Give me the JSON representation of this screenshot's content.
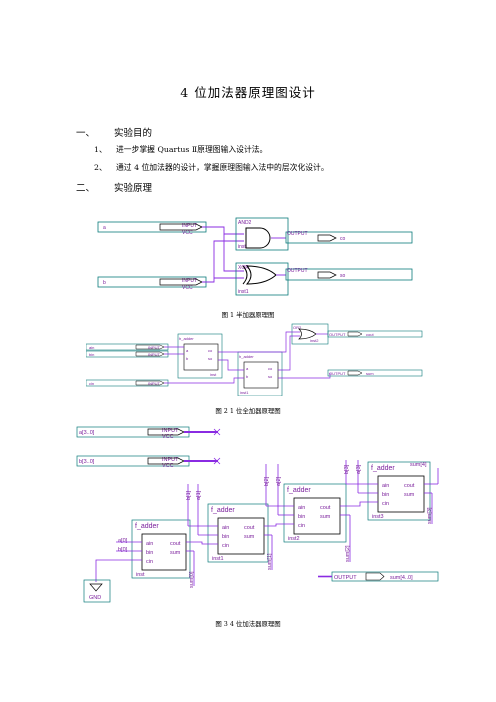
{
  "title": "4 位加法器原理图设计",
  "sections": [
    {
      "num": "一、",
      "label": "实验目的"
    },
    {
      "num": "二、",
      "label": "实验原理"
    }
  ],
  "objectives": [
    {
      "num": "1、",
      "text": "进一步掌握 Quartus Ⅱ原理图输入设计法。"
    },
    {
      "num": "2、",
      "text": "通过 4 位加法器的设计，掌握原理图输入法中的层次化设计。"
    }
  ],
  "fig1": {
    "caption": "图 1   半加器原理图",
    "in_a": "a",
    "in_b": "b",
    "input_kw": "INPUT",
    "vcc": "VCC",
    "and_label": "AND2",
    "xor_label": "XOR",
    "inst0": "inst",
    "inst1": "inst1",
    "output_kw": "OUTPUT",
    "out_co": "co",
    "out_so": "so"
  },
  "fig2": {
    "caption": "图 2   1 位全加器原理图",
    "block": "h_adder",
    "pins": [
      "a",
      "b",
      "co",
      "so"
    ],
    "in_labels": [
      "ain",
      "bin",
      "cin"
    ],
    "input_kw": "INPUT",
    "or_label": "OR2",
    "output_kw": "OUTPUT",
    "out_cout": "cout",
    "out_sum": "sum",
    "inst0": "inst",
    "inst1": "inst1",
    "inst2": "inst2"
  },
  "fig3": {
    "caption": "图 3   4 位加法器原理图",
    "bus_a": "a[3..0]",
    "bus_b": "b[3..0]",
    "input_kw": "INPUT",
    "vcc": "VCC",
    "block": "f_adder",
    "pins": [
      "ain",
      "bin",
      "cin",
      "cout",
      "sum"
    ],
    "insts": [
      "inst",
      "inst1",
      "inst2",
      "inst3"
    ],
    "a_bits": [
      "a[0]",
      "a[1]",
      "a[2]",
      "a[3]"
    ],
    "b_bits": [
      "b[0]",
      "b[1]",
      "b[2]",
      "b[3]"
    ],
    "sum_bits": [
      "sum[0]",
      "sum[1]",
      "sum[2]",
      "sum[3]",
      "sum[4]"
    ],
    "gnd": "GND",
    "output_kw": "OUTPUT",
    "out_bus": "sum[4..0]"
  }
}
